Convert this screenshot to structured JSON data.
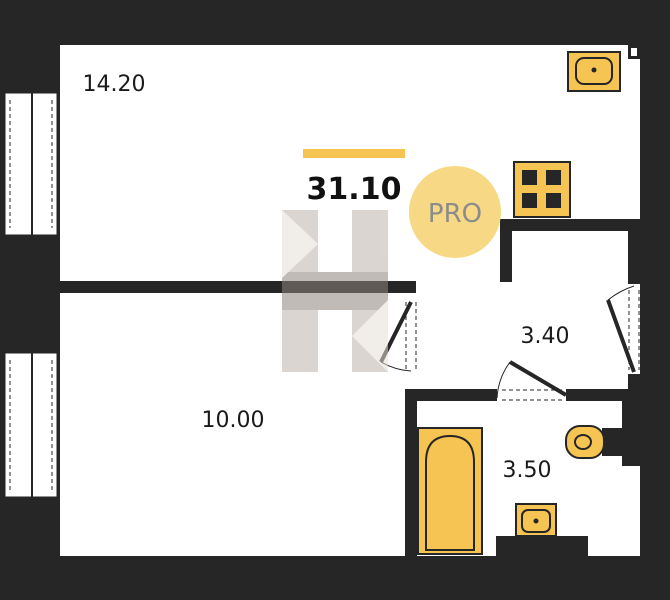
{
  "plan": {
    "total_area": "31.10",
    "badge": "PRO",
    "rooms": [
      {
        "name": "room-large",
        "area": "14.20"
      },
      {
        "name": "room-small",
        "area": "10.00"
      },
      {
        "name": "hallway",
        "area": "3.40"
      },
      {
        "name": "bathroom",
        "area": "3.50"
      }
    ]
  },
  "colors": {
    "wall": "#262626",
    "fixture": "#f6c453",
    "accent_bar": "#f6c453",
    "pro_badge": "#f7d885",
    "watermark": "#d9d3cb"
  },
  "icons": [
    "stove-icon",
    "sink-icon",
    "toilet-icon",
    "washbasin-icon",
    "bathtub-icon",
    "window-icon",
    "door-swing-icon",
    "watermark-logo-icon"
  ]
}
